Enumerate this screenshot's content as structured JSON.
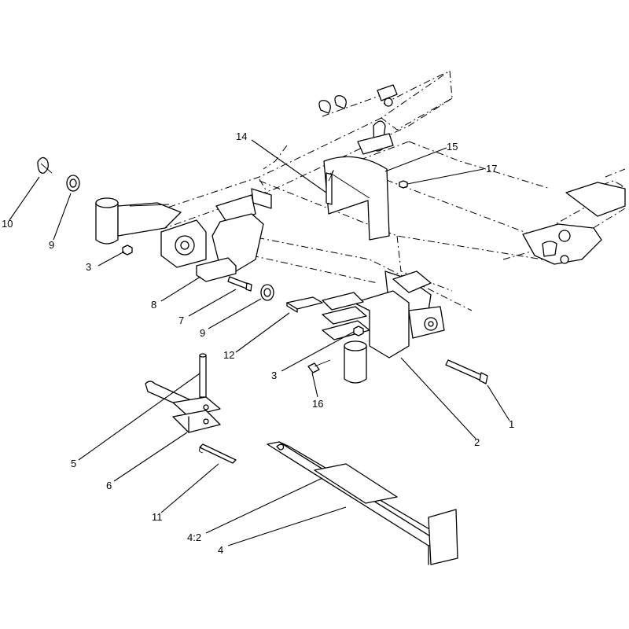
{
  "callouts": {
    "c1": "1",
    "c2": "2",
    "c3a": "3",
    "c3b": "3",
    "c4": "4",
    "c4_2": "4:2",
    "c5": "5",
    "c6": "6",
    "c7": "7",
    "c8": "8",
    "c9a": "9",
    "c9b": "9",
    "c10": "10",
    "c11": "11",
    "c12": "12",
    "c14": "14",
    "c15": "15",
    "c16": "16",
    "c17": "17"
  },
  "colors": {
    "line": "#000000",
    "background": "#ffffff"
  }
}
